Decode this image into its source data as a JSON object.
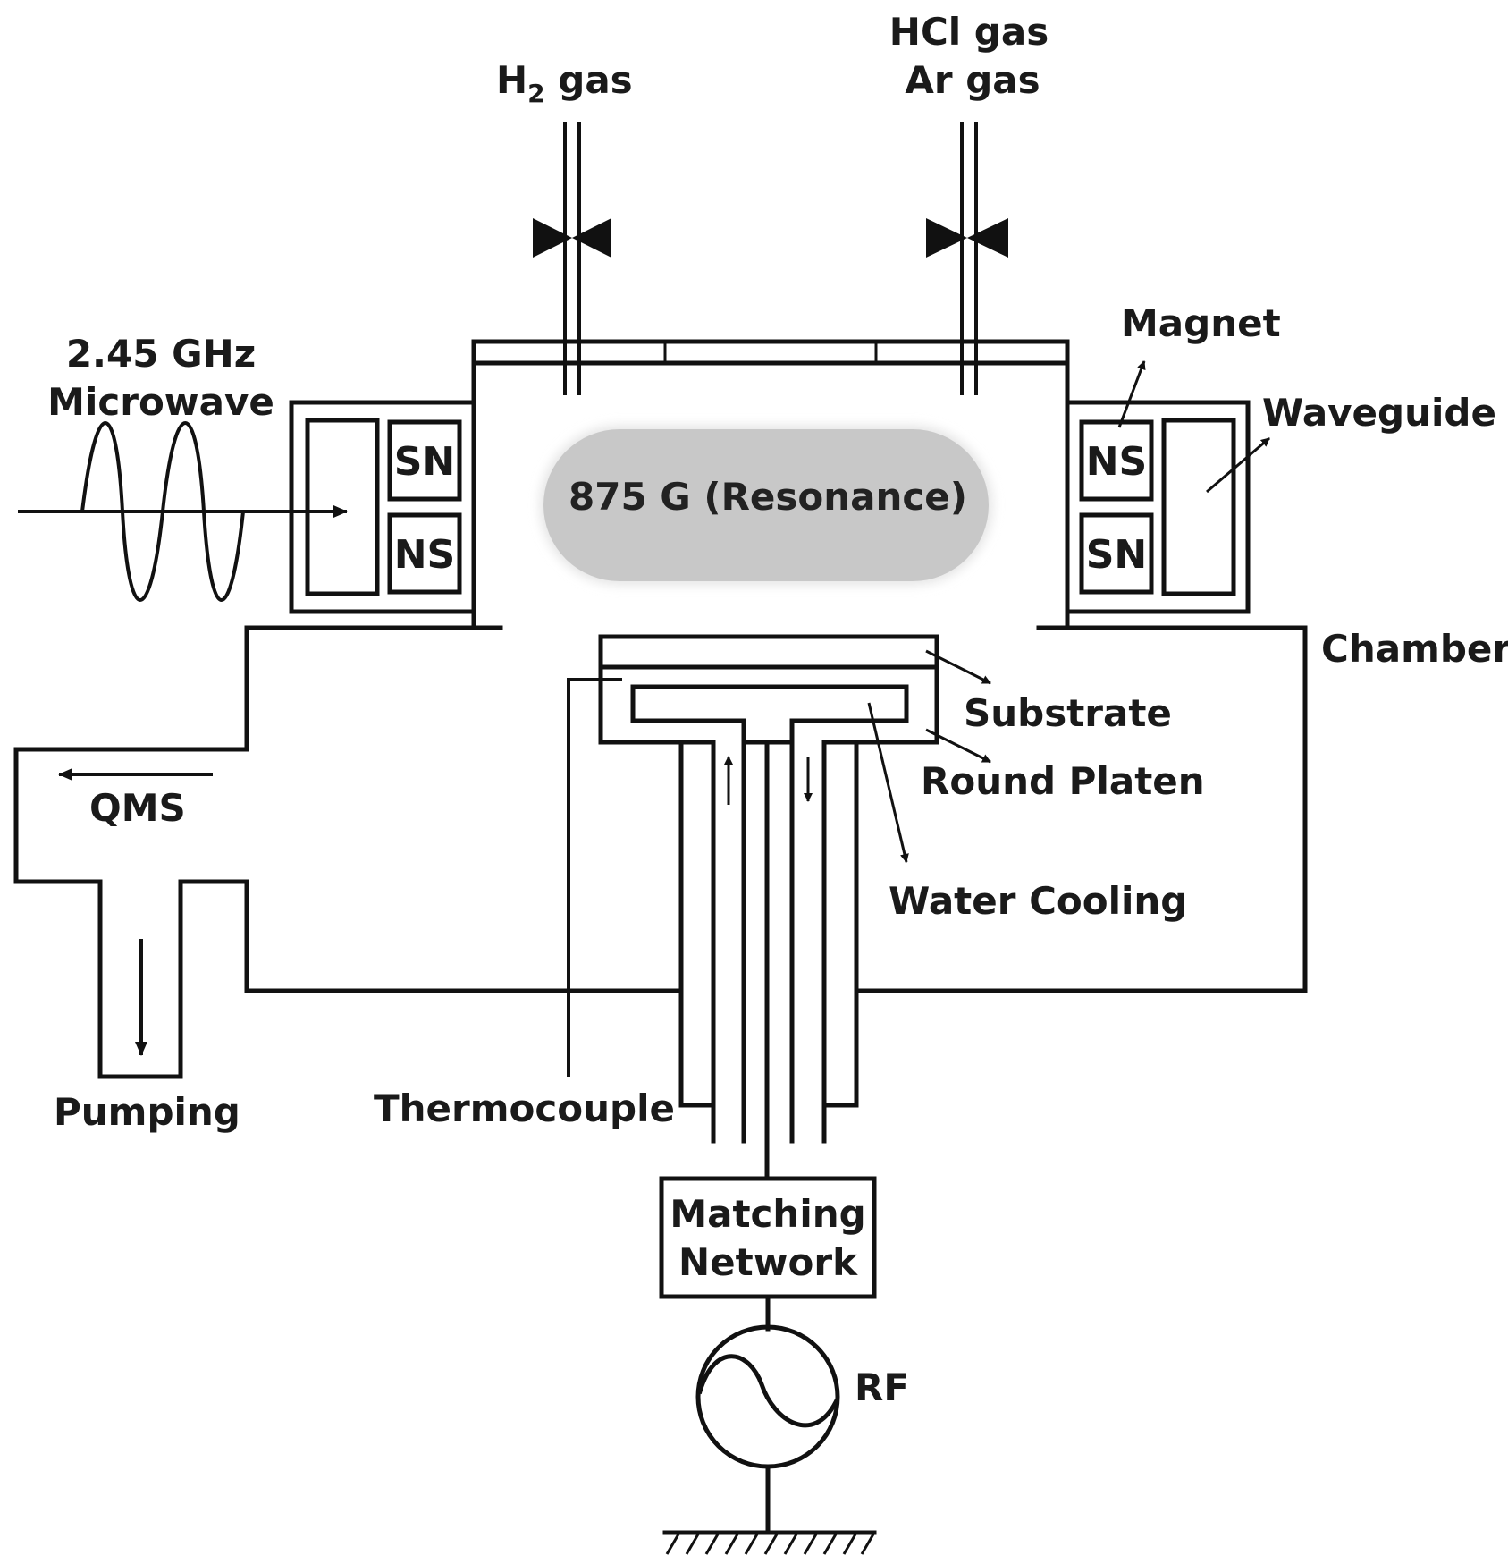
{
  "labels": {
    "h2_gas_main": "H",
    "h2_gas_sub": "2",
    "h2_gas_rest": " gas",
    "hcl_gas": "HCl gas",
    "ar_gas": "Ar gas",
    "microwave_freq": "2.45 GHz",
    "microwave": "Microwave",
    "magnet": "Magnet",
    "waveguide": "Waveguide",
    "chamber": "Chamber",
    "substrate": "Substrate",
    "round_platen": "Round Platen",
    "water_cooling": "Water Cooling",
    "qms": "QMS",
    "pumping": "Pumping",
    "thermocouple": "Thermocouple",
    "matching_1": "Matching",
    "matching_2": "Network",
    "rf": "RF",
    "resonance": "875 G (Resonance)"
  },
  "magnets": {
    "left_top": "SN",
    "left_bottom": "NS",
    "right_top": "NS",
    "right_bottom": "SN"
  },
  "colors": {
    "line": "#111111",
    "plasma_fill": "#c8c8c8",
    "plasma_glow": "#e4e4e4"
  }
}
